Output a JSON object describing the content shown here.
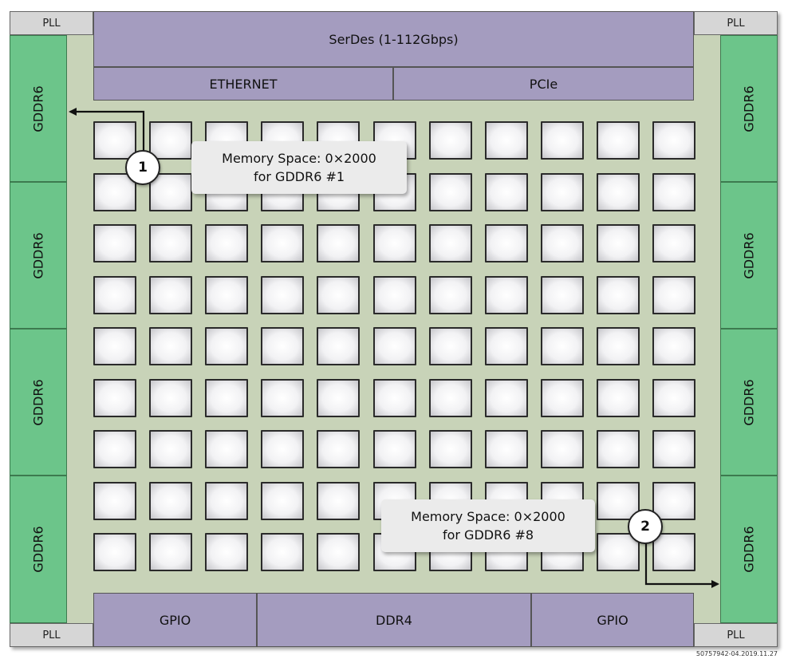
{
  "pll_label": "PLL",
  "gddr_label": "GDDR6",
  "serdes_label": "SerDes (1-112Gbps)",
  "ethernet_label": "ETHERNET",
  "pcie_label": "PCIe",
  "bottom_blocks": {
    "gpio_left": "GPIO",
    "ddr4": "DDR4",
    "gpio_right": "GPIO"
  },
  "callout_1": {
    "line1": "Memory Space: 0×2000",
    "line2": "for GDDR6 #1",
    "badge": "1"
  },
  "callout_2": {
    "line1": "Memory Space: 0×2000",
    "line2": "for GDDR6 #8",
    "badge": "2"
  },
  "grid": {
    "rows": 9,
    "cols": 11
  },
  "highlighted_tiles": [
    [
      0,
      0
    ],
    [
      0,
      1
    ],
    [
      1,
      0
    ],
    [
      1,
      1
    ],
    [
      7,
      9
    ],
    [
      7,
      10
    ],
    [
      8,
      9
    ],
    [
      8,
      10
    ]
  ],
  "footnote": "50757942-04.2019.11.27",
  "colors": {
    "gddr": "#6cc58a",
    "io_block": "#a49cbf",
    "chip_bg": "#c8d3b8",
    "pll": "#d6d6d6"
  }
}
